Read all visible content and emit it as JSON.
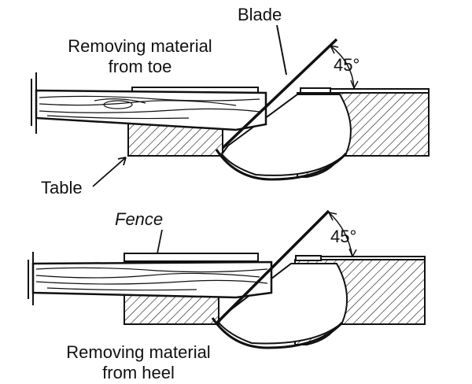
{
  "labels": {
    "blade": "Blade",
    "top_caption_line1": "Removing material",
    "top_caption_line2": "from toe",
    "top_angle": "45°",
    "table": "Table",
    "fence": "Fence",
    "bottom_angle": "45°",
    "bottom_caption_line1": "Removing material",
    "bottom_caption_line2": "from heel"
  },
  "colors": {
    "ink": "#111111",
    "paper": "#ffffff"
  }
}
